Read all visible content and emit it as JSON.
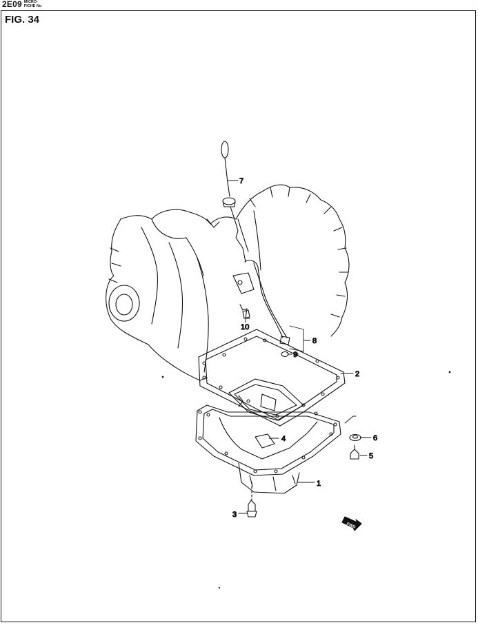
{
  "header": {
    "page_code": "2E09",
    "microfiche_line1": "MICRO-",
    "microfiche_line2": "FICHE No"
  },
  "figure": {
    "title": "FIG.  34"
  },
  "callouts": [
    {
      "id": "1",
      "text": "1"
    },
    {
      "id": "2",
      "text": "2"
    },
    {
      "id": "3",
      "text": "3"
    },
    {
      "id": "4",
      "text": "4"
    },
    {
      "id": "5",
      "text": "5"
    },
    {
      "id": "6",
      "text": "6"
    },
    {
      "id": "7",
      "text": "7"
    },
    {
      "id": "8",
      "text": "8"
    },
    {
      "id": "9",
      "text": "9"
    },
    {
      "id": "10",
      "text": "10"
    }
  ],
  "direction_marker": {
    "text": "FWD"
  }
}
